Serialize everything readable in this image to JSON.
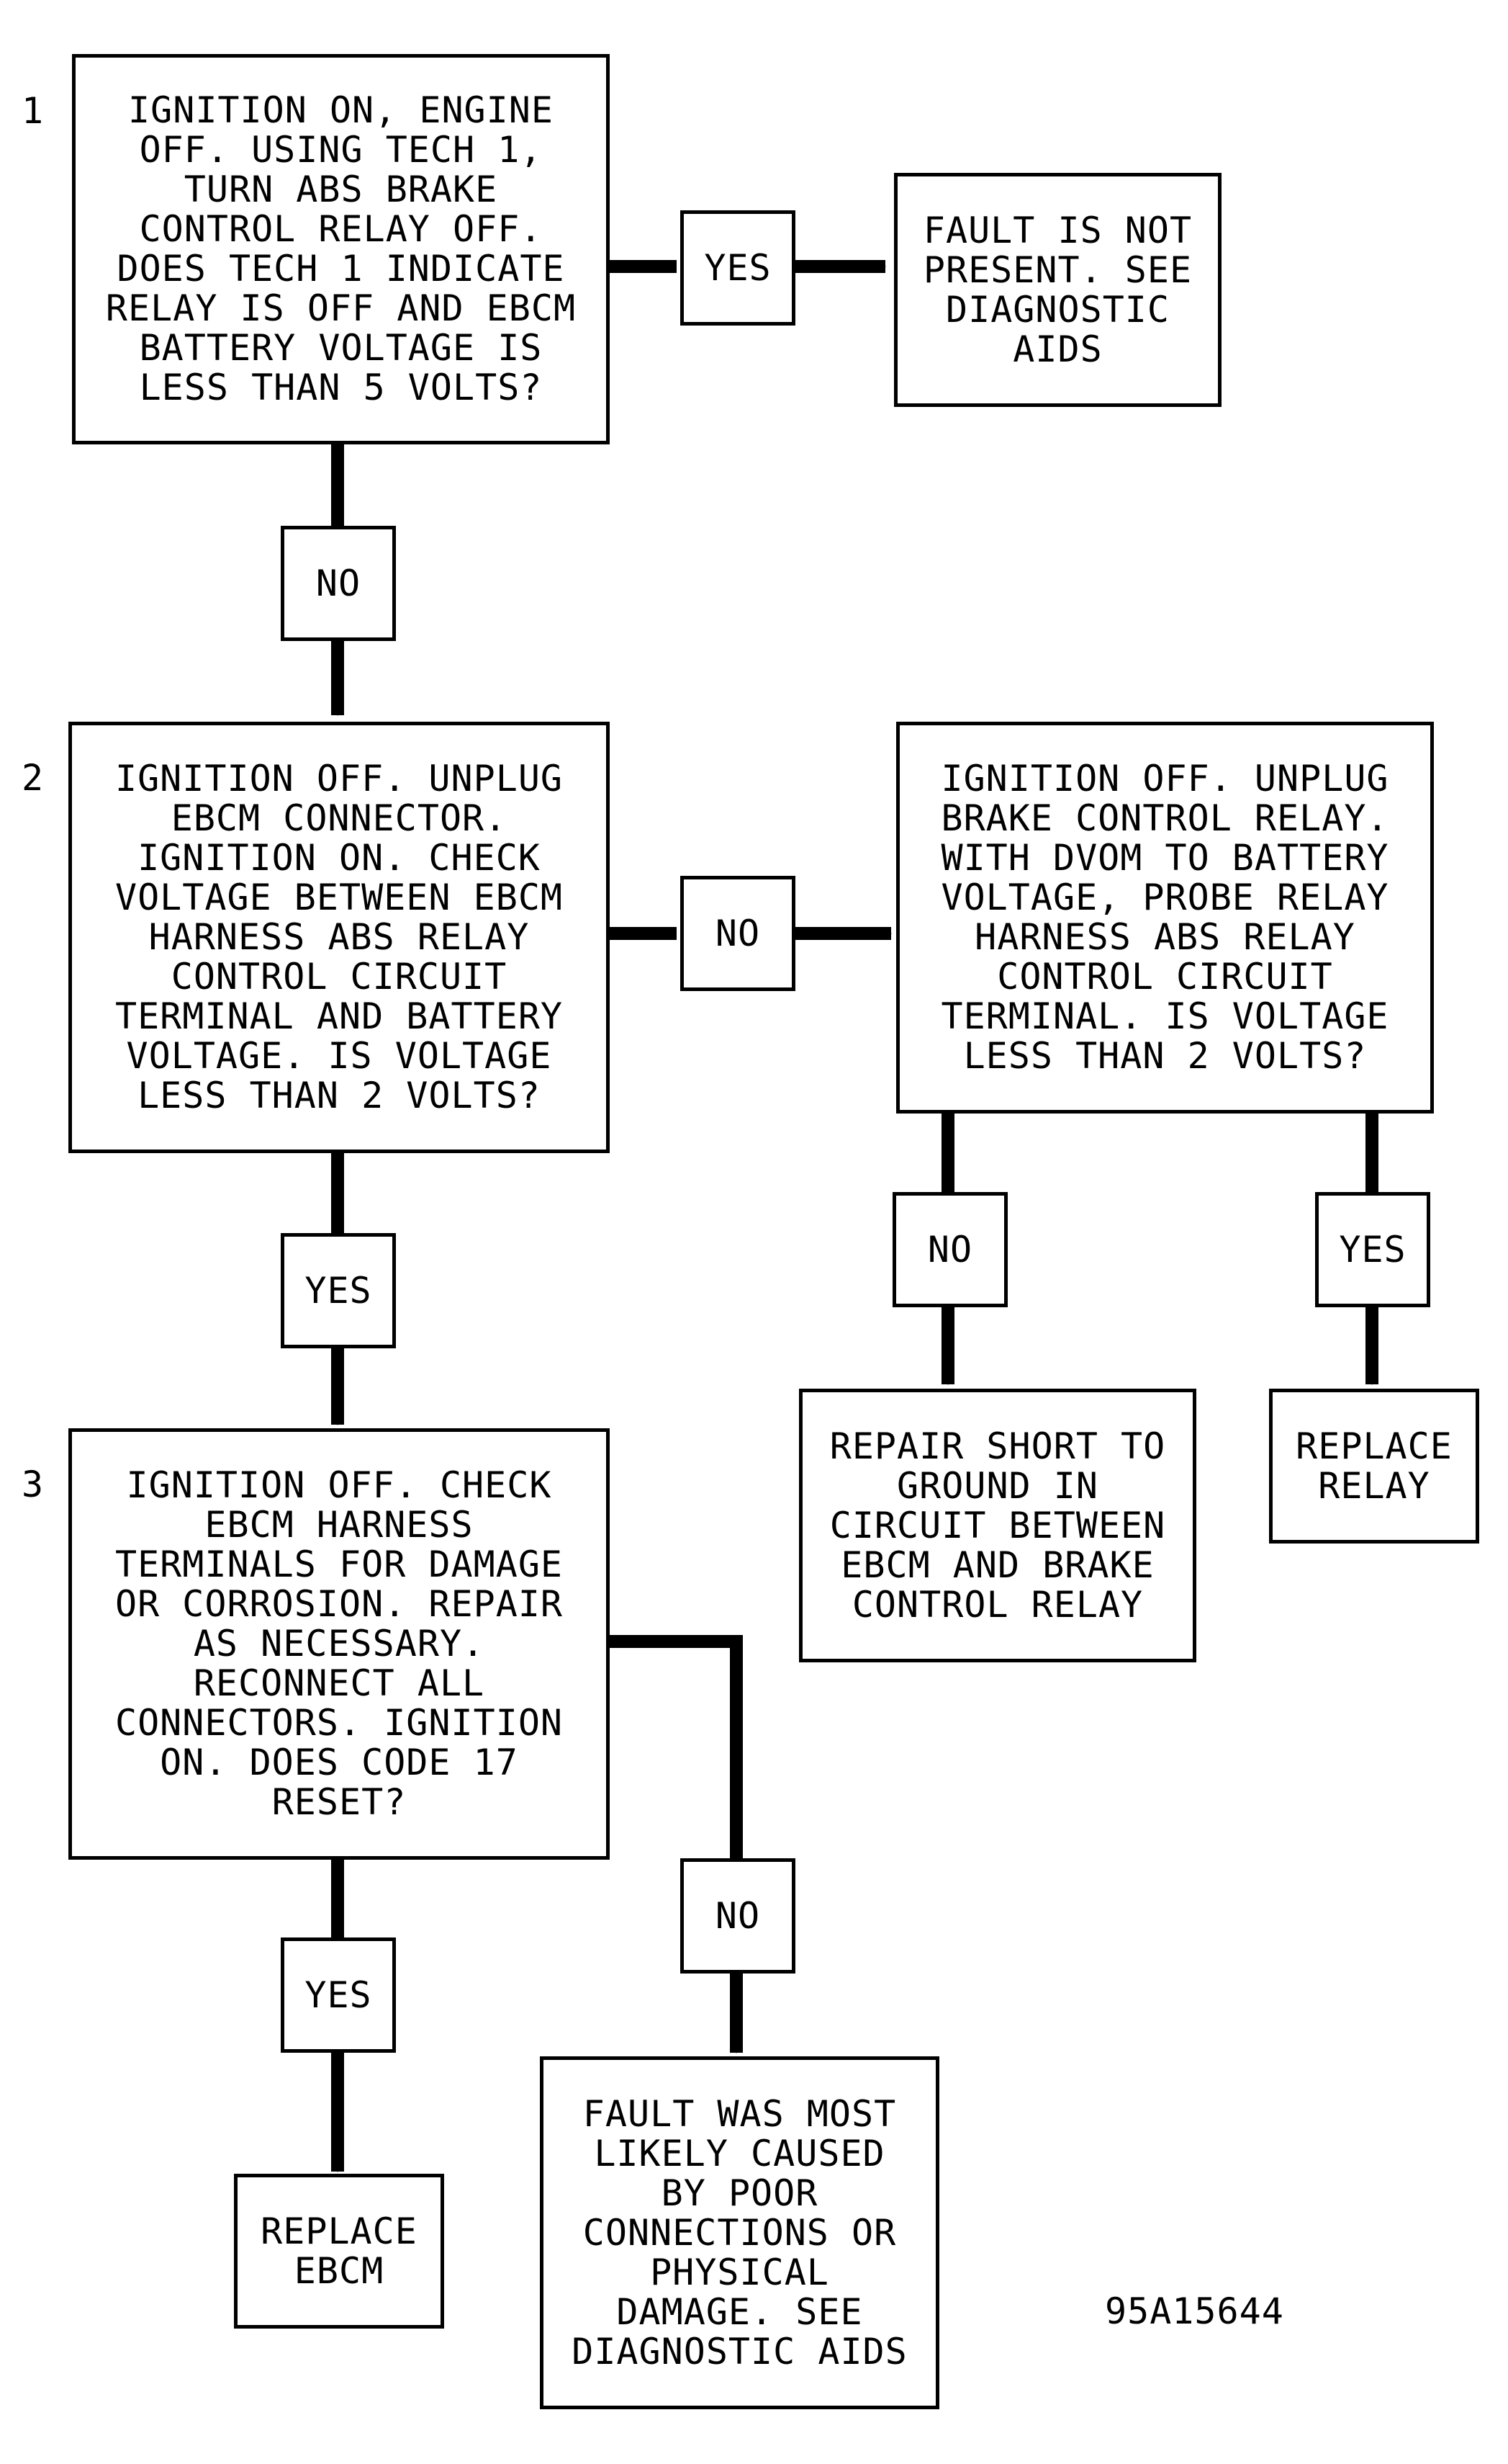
{
  "step_numbers": [
    "1",
    "2",
    "3"
  ],
  "boxes": {
    "q1": [
      "IGNITION ON, ENGINE",
      "OFF. USING TECH 1,",
      "TURN ABS BRAKE",
      "CONTROL RELAY OFF.",
      "DOES TECH 1 INDICATE",
      "RELAY IS OFF AND EBCM",
      "BATTERY VOLTAGE IS",
      "LESS THAN 5 VOLTS?"
    ],
    "fault_not_present": [
      "FAULT IS NOT",
      "PRESENT. SEE",
      "DIAGNOSTIC",
      "AIDS"
    ],
    "q2": [
      "IGNITION OFF. UNPLUG",
      "EBCM CONNECTOR.",
      "IGNITION ON. CHECK",
      "VOLTAGE BETWEEN EBCM",
      "HARNESS ABS RELAY",
      "CONTROL CIRCUIT",
      "TERMINAL AND BATTERY",
      "VOLTAGE. IS VOLTAGE",
      "LESS THAN 2 VOLTS?"
    ],
    "q2b": [
      "IGNITION OFF. UNPLUG",
      "BRAKE CONTROL RELAY.",
      "WITH DVOM TO BATTERY",
      "VOLTAGE, PROBE RELAY",
      "HARNESS ABS RELAY",
      "CONTROL CIRCUIT",
      "TERMINAL. IS VOLTAGE",
      "LESS THAN 2 VOLTS?"
    ],
    "repair_short": [
      "REPAIR SHORT TO",
      "GROUND IN",
      "CIRCUIT BETWEEN",
      "EBCM AND BRAKE",
      "CONTROL RELAY"
    ],
    "replace_relay": [
      "REPLACE",
      "RELAY"
    ],
    "q3": [
      "IGNITION OFF. CHECK",
      "EBCM HARNESS",
      "TERMINALS FOR DAMAGE",
      "OR CORROSION. REPAIR",
      "AS NECESSARY.",
      "RECONNECT ALL",
      "CONNECTORS. IGNITION",
      "ON. DOES CODE 17",
      "RESET?"
    ],
    "replace_ebcm": [
      "REPLACE",
      "EBCM"
    ],
    "fault_poor_conn": [
      "FAULT WAS MOST",
      "LIKELY CAUSED",
      "BY POOR",
      "CONNECTIONS OR",
      "PHYSICAL",
      "DAMAGE. SEE",
      "DIAGNOSTIC AIDS"
    ]
  },
  "branch_labels": {
    "yes_1": "YES",
    "no_1": "NO",
    "no_2": "NO",
    "yes_2": "YES",
    "no_2b": "NO",
    "yes_2b": "YES",
    "no_3": "NO",
    "yes_3": "YES"
  },
  "figure_ref": "95A15644"
}
